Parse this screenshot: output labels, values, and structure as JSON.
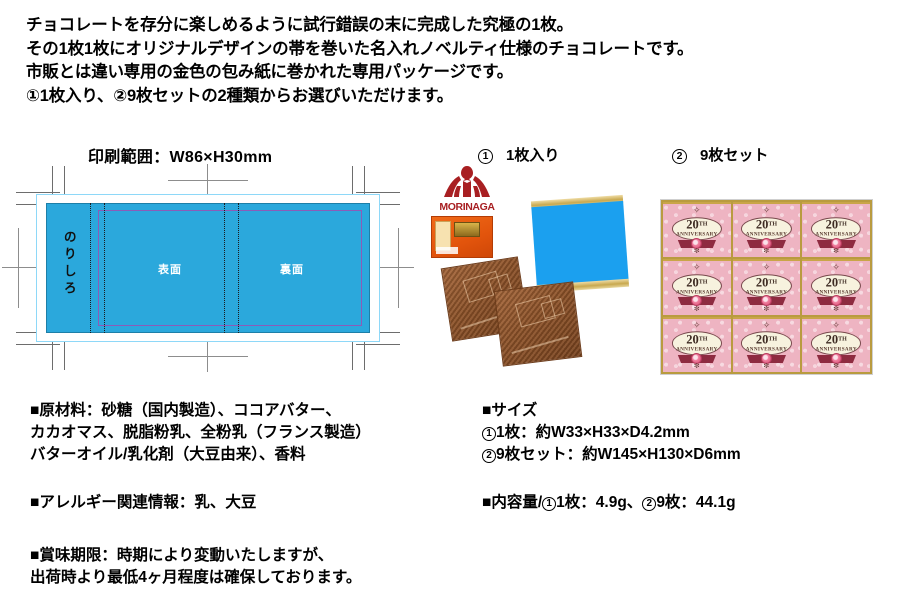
{
  "intro": {
    "lines": [
      "チョコレートを存分に楽しめるように試行錯誤の末に完成した究極の1枚。",
      "その1枚1枚にオリジナルデザインの帯を巻いた名入れノベルティ仕様のチョコレートです。",
      "市販とは違い専用の金色の包み紙に巻かれた専用パッケージです。",
      "①1枚入り、②9枚セットの2種類からお選びいただけます。"
    ]
  },
  "sections": {
    "print_area_title": "印刷範囲：W86×H30mm",
    "one_piece": {
      "number": "1",
      "label": "1枚入り"
    },
    "nine_piece": {
      "number": "2",
      "label": "9枚セット"
    }
  },
  "diagram": {
    "glue_flap_label": "のりしろ",
    "front_label": "表面",
    "back_label": "裏面",
    "colors": {
      "band": "#2ba8dc",
      "bleed_frame": "#8ed8f8",
      "print_range": "#8b5cb8",
      "crop_mark": "#8d8d8d"
    }
  },
  "one_piece_art": {
    "brand_name": "MORINAGA",
    "brand_color": "#a81f22",
    "wrapper_color": "#1ba0ef",
    "foil_color": "#c8a84f"
  },
  "nine_piece_art": {
    "wrapper_title": "20",
    "wrapper_title_sup": "TH",
    "wrapper_subtitle": "ANNIVERSARY",
    "count": 9,
    "wrapper_color": "#eeb4c2",
    "oval_color": "#f7f2de",
    "ribbon_color": "#8e2b40",
    "box_edge_color": "#b99b3f",
    "flourish_top": "✧",
    "flourish_bottom": "✼"
  },
  "specs": {
    "ingredients": [
      "■原材料：砂糖（国内製造）、ココアバター、",
      "カカオマス、脱脂粉乳、全粉乳（フランス製造）",
      "バターオイル/乳化剤（大豆由来）、香料"
    ],
    "allergy": [
      "■アレルギー関連情報：乳、大豆"
    ],
    "best_before": [
      "■賞味期限：時期により変動いたしますが、",
      "出荷時より最低4ヶ月程度は確保しております。"
    ],
    "size_heading": "■サイズ",
    "size_one_num": "1",
    "size_one_text": "1枚：約W33×H33×D4.2mm",
    "size_nine_num": "2",
    "size_nine_text": "9枚セット：約W145×H130×D6mm",
    "volume_heading": "■内容量/",
    "volume_one_num": "1",
    "volume_one_text": "1枚：4.9g、",
    "volume_nine_num": "2",
    "volume_nine_text": "9枚：44.1g"
  }
}
